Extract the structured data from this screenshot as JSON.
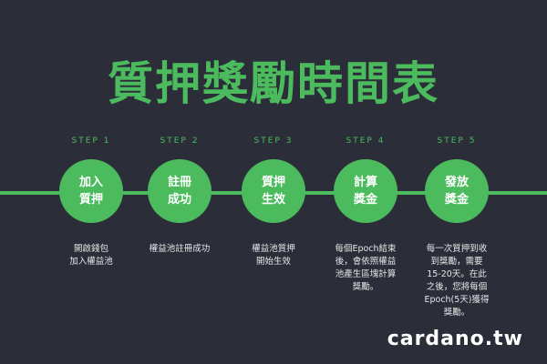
{
  "title": "質押獎勵時間表",
  "steps": [
    {
      "label": "STEP 1",
      "circle": "加入\n質押",
      "desc": "開啟錢包\n加入權益池"
    },
    {
      "label": "STEP 2",
      "circle": "註冊\n成功",
      "desc": "權益池註冊成功"
    },
    {
      "label": "STEP 3",
      "circle": "質押\n生效",
      "desc": "權益池質押\n開始生效"
    },
    {
      "label": "STEP 4",
      "circle": "計算\n獎金",
      "desc": "每個Epoch結束\n後，會依照權益\n池產生區塊計算\n獎勵。"
    },
    {
      "label": "STEP 5",
      "circle": "發放\n獎金",
      "desc": "每一次質押到收\n到獎勵，需要\n15-20天。在此\n之後，您將每個\nEpoch(5天)獲得\n獎勵。"
    }
  ],
  "brand": "cardano.tw",
  "colors": {
    "background": "#2b2e38",
    "accent": "#4cbb5e",
    "text": "#e7e7e7"
  }
}
